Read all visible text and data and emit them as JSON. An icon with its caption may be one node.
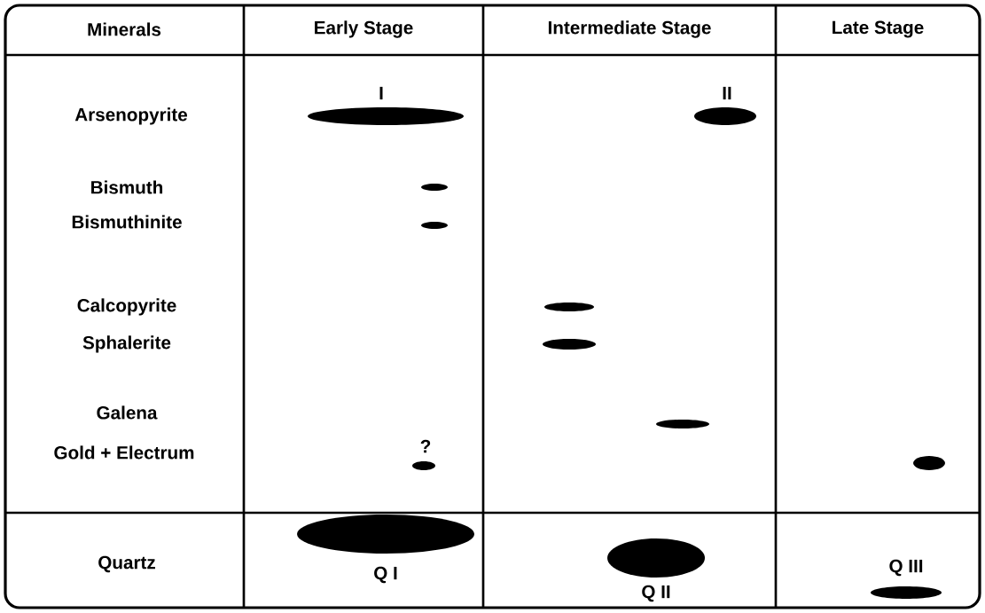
{
  "diagram": {
    "nodes": [
      {
        "text": [],
        "shape": "bar",
        "beside": [
          "I"
        ]
      },
      {
        "text": [],
        "shape": "bar",
        "beside": [
          "II"
        ]
      },
      {
        "text": [],
        "shape": "bar"
      },
      {
        "text": [],
        "shape": "bar"
      },
      {
        "text": [],
        "shape": "bar"
      },
      {
        "text": [],
        "shape": "bar"
      },
      {
        "text": [],
        "shape": "bar"
      },
      {
        "text": [],
        "shape": "bar",
        "beside": [
          "?"
        ]
      },
      {
        "text": [],
        "shape": "bar"
      },
      {
        "text": [],
        "shape": "bar",
        "beside": [
          "Q I"
        ]
      },
      {
        "text": [],
        "shape": "bar",
        "beside": [
          "Q II"
        ]
      },
      {
        "text": [],
        "shape": "bar",
        "beside": [
          "Q III"
        ]
      }
    ],
    "labels": [
      "Minerals",
      "Early Stage",
      "Intermediate Stage",
      "Late Stage",
      "Arsenopyrite",
      "Bismuth",
      "Bismuthinite",
      "Calcopyrite",
      "Sphalerite",
      "Galena",
      "Gold + Electrum",
      "Quartz"
    ]
  }
}
